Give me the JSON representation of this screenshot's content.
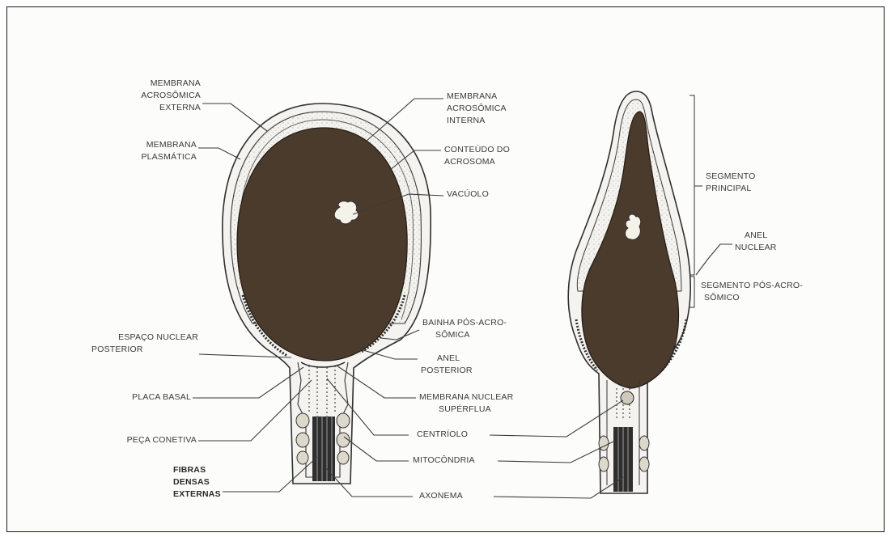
{
  "colors": {
    "nucleus": "#4b3b2c",
    "outline": "#2f2f2f",
    "acrosome": "#ecebe6"
  },
  "labels": {
    "membrana_acrosomica_externa": [
      "MEMBRANA",
      "ACROSÔMICA",
      "EXTERNA"
    ],
    "membrana_plasmatica": [
      "MEMBRANA",
      "PLASMÁTICA"
    ],
    "membrana_acrosomica_interna": [
      "MEMBRANA",
      "ACROSÔMICA",
      "INTERNA"
    ],
    "conteudo_do_acrosoma": [
      "CONTEÚDO DO",
      "ACROSOMA"
    ],
    "vacuolo": "VACÚOLO",
    "bainha_pos_acrosomica": [
      "BAINHA PÓS-ACRO-",
      "SÔMICA"
    ],
    "espaco_nuclear_posterior": [
      "ESPAÇO NUCLEAR",
      "POSTERIOR"
    ],
    "anel_posterior": [
      "ANEL",
      "POSTERIOR"
    ],
    "placa_basal": "PLACA BASAL",
    "membrana_nuclear_superflua": [
      "MEMBRANA NUCLEAR",
      "SUPÉRFLUA"
    ],
    "peca_conetiva": "PEÇA CONETIVA",
    "centriolo": "CENTRÍOLO",
    "mitocondria": "MITOCÔNDRIA",
    "fibras_densas_externas": [
      "FIBRAS",
      "DENSAS",
      "EXTERNAS"
    ],
    "axonema": "AXONEMA",
    "segmento_principal": [
      "SEGMENTO",
      "PRINCIPAL"
    ],
    "anel_nuclear": [
      "ANEL",
      "NUCLEAR"
    ],
    "segmento_pos_acrosomico": [
      "SEGMENTO PÓS-ACRO-",
      "SÔMICO"
    ]
  }
}
